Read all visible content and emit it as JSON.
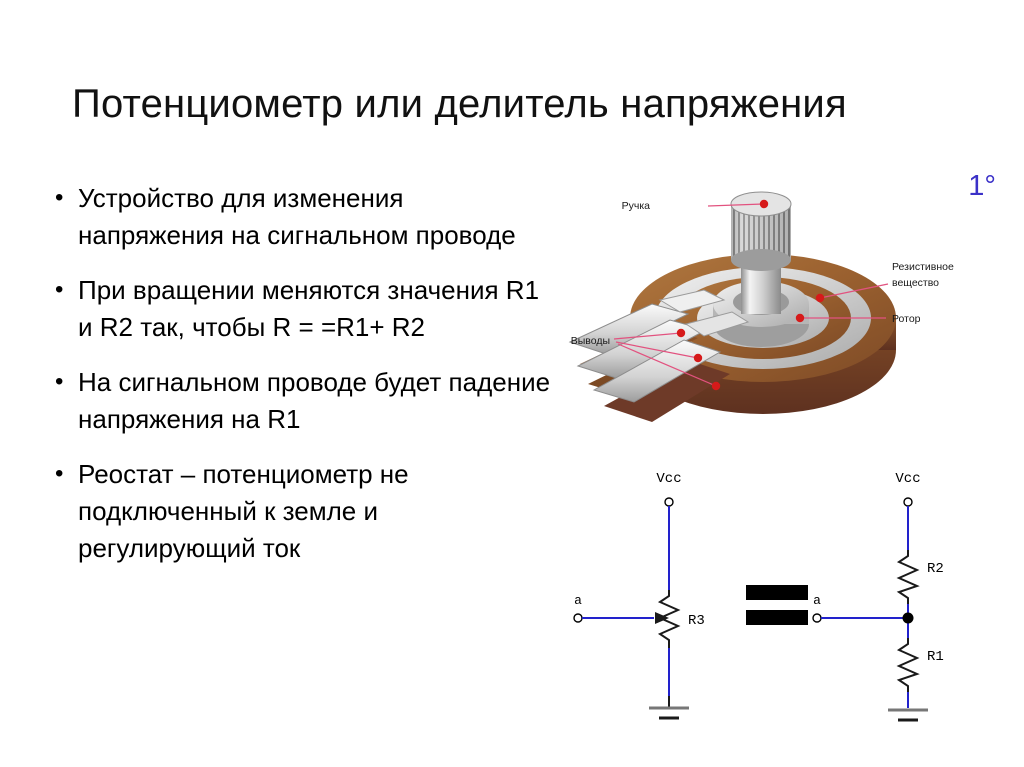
{
  "slide": {
    "title": "Потенциометр или делитель напряжения",
    "degree_badge": "1°",
    "badge_color": "#3b31c8",
    "background": "#ffffff"
  },
  "bullets": [
    {
      "text": "Устройство для изменения напряжения на сигнальном проводе"
    },
    {
      "text": "При вращении меняются значения R1 и R2 так, чтобы R = =R1+ R2"
    },
    {
      "text": "На сигнальном проводе будет падение напряжения на R1"
    },
    {
      "text": "Реостат – потенциометр не подключенный к земле и регулирующий ток"
    }
  ],
  "illustration": {
    "name": "potentiometer-cutaway",
    "callouts": [
      {
        "id": "knob",
        "label": "Ручка"
      },
      {
        "id": "resistive-material",
        "label": "Резистивное"
      },
      {
        "id": "resistive-material-2",
        "label": "вещество"
      },
      {
        "id": "rotor",
        "label": "Ротор"
      },
      {
        "id": "terminals",
        "label": "Выводы"
      }
    ],
    "colors": {
      "resistive_ring": "#9c6230",
      "resistive_ring_dark": "#6e3a28",
      "metal_light": "#e8e8e8",
      "metal_mid": "#b9b9b9",
      "metal_dark": "#8a8a8a",
      "callout_line": "#e2527f",
      "callout_dot": "#d61a1a"
    }
  },
  "circuits": {
    "equals_sign": "=",
    "left": {
      "name": "potentiometer-circuit",
      "supply_label": "Vcc",
      "node_label": "a",
      "resistor_label": "R3",
      "ground": true
    },
    "right": {
      "name": "voltage-divider-circuit",
      "supply_label": "Vcc",
      "node_label": "a",
      "resistor_top_label": "R2",
      "resistor_bottom_label": "R1",
      "ground": true
    },
    "wire_color": "#2222cc"
  }
}
